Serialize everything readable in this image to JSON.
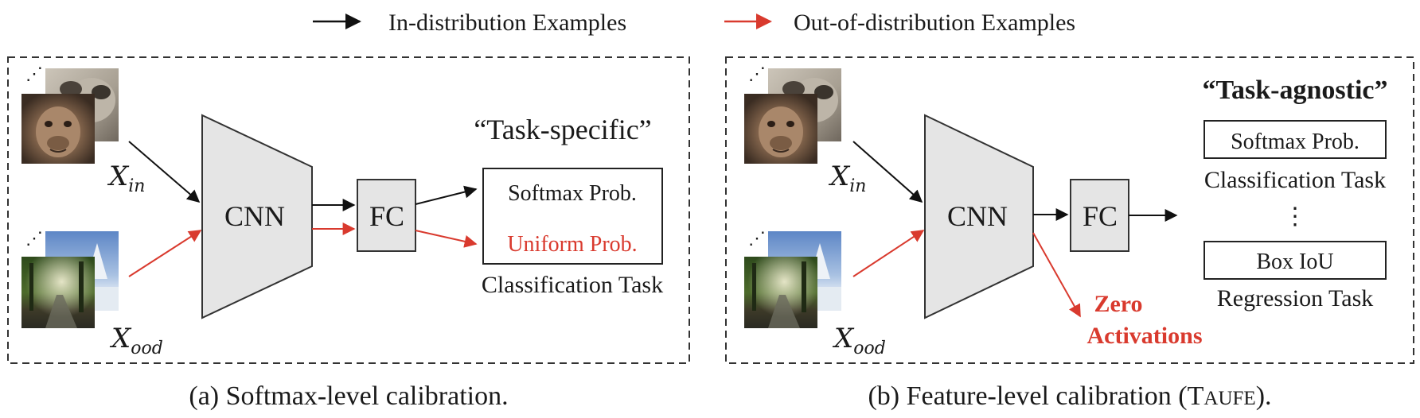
{
  "legend": {
    "in_label": "In-distribution Examples",
    "ood_label": "Out-of-distribution Examples",
    "in_color": "#111111",
    "ood_color": "#d93a2e"
  },
  "panel_a": {
    "x_in": "X",
    "x_in_sub": "in",
    "x_ood": "X",
    "x_ood_sub": "ood",
    "cnn": "CNN",
    "fc": "FC",
    "heading": "“Task-specific”",
    "out_in": "Softmax Prob.",
    "out_ood": "Uniform Prob.",
    "task": "Classification Task",
    "caption": "(a) Softmax-level calibration."
  },
  "panel_b": {
    "x_in": "X",
    "x_in_sub": "in",
    "x_ood": "X",
    "x_ood_sub": "ood",
    "cnn": "CNN",
    "fc": "FC",
    "heading": "“Task-agnostic”",
    "box1": "Softmax Prob.",
    "task1": "Classification Task",
    "vdots": "⋮",
    "box2": "Box IoU",
    "task2": "Regression Task",
    "zero_line1": "Zero",
    "zero_line2": "Activations",
    "caption_prefix": "(b) Feature-level calibration (",
    "caption_name_cap1": "T",
    "caption_name_small1": "AUFE",
    "caption_suffix": ")."
  },
  "images": {
    "chimp": "chimpanzee-photo",
    "pug": "pug-photo",
    "forest": "forest-road-photo",
    "snow": "snowy-landscape-photo"
  }
}
